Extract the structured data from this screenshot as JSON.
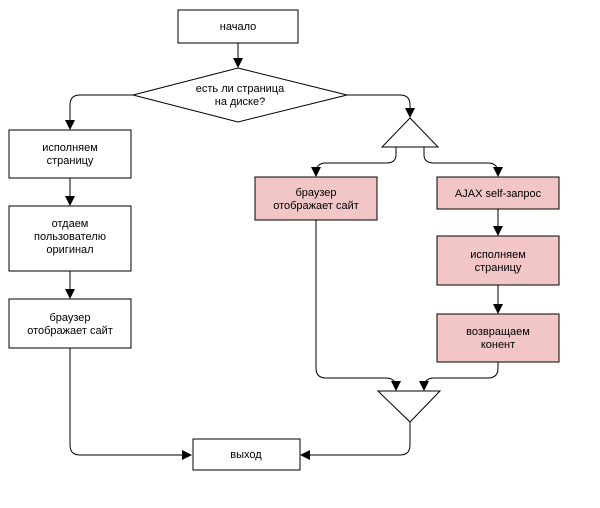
{
  "colors": {
    "box_fill": "#ffffff",
    "highlight_fill": "#f2c6c6",
    "stroke": "#000000"
  },
  "diagram": {
    "start": {
      "label": "начало"
    },
    "decision": {
      "line1": "есть ли страница",
      "line2": "на диске?"
    },
    "left_branch": {
      "execute": {
        "line1": "исполняем",
        "line2": "страницу"
      },
      "serve": {
        "line1": "отдаем",
        "line2": "пользователю",
        "line3": "оригинал"
      },
      "display": {
        "line1": "браузер",
        "line2": "отображает сайт"
      }
    },
    "right_branch": {
      "display": {
        "line1": "браузер",
        "line2": "отображает сайт"
      },
      "ajax": {
        "label": "AJAX self-запрос"
      },
      "execute": {
        "line1": "исполняем",
        "line2": "страницу"
      },
      "return": {
        "line1": "возвращаем",
        "line2": "конент"
      }
    },
    "exit": {
      "label": "выход"
    }
  }
}
